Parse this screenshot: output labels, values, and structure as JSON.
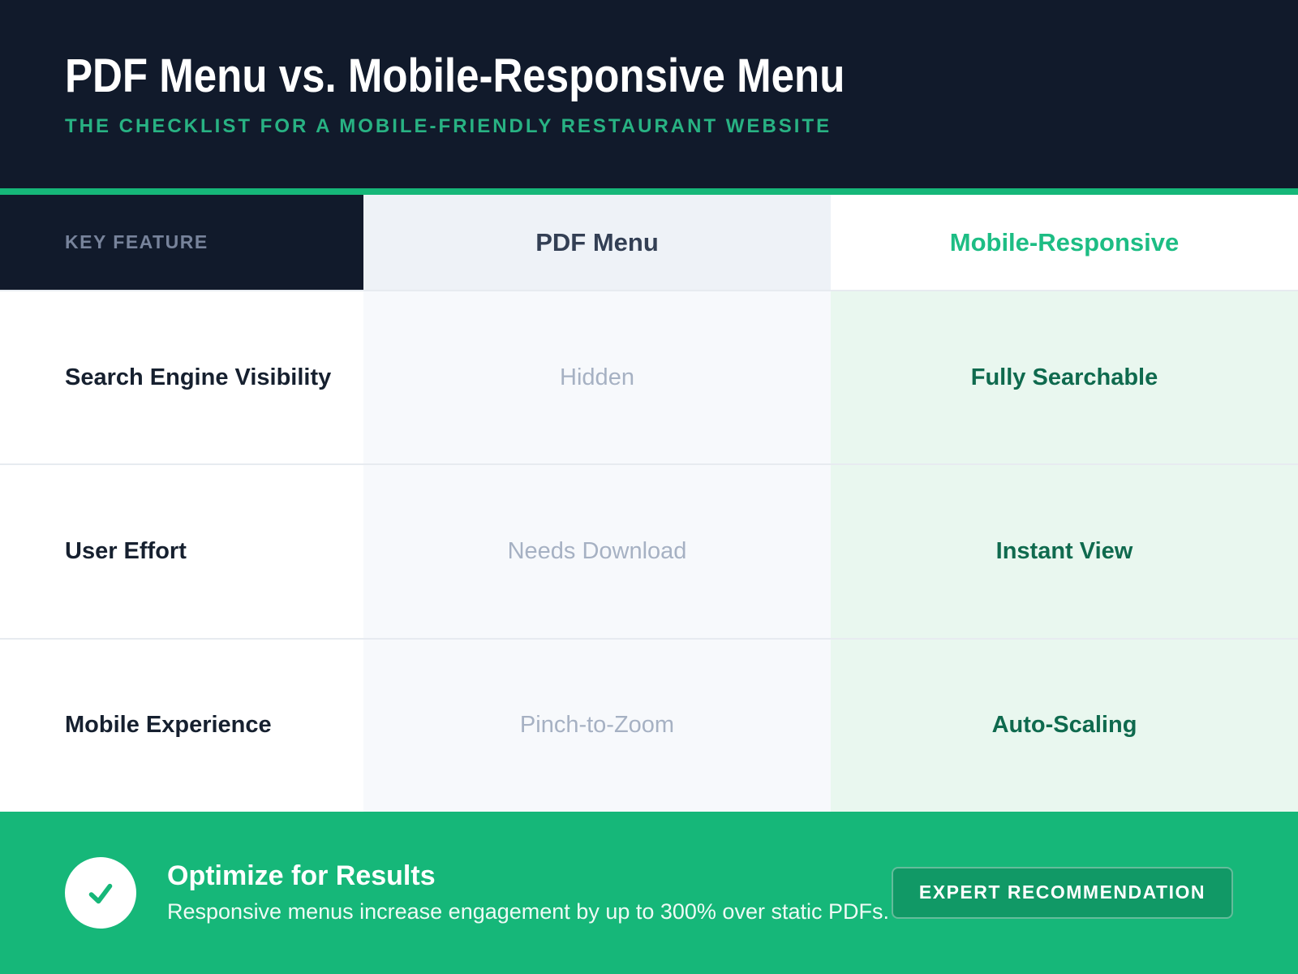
{
  "colors": {
    "background_navy": "#111a2b",
    "accent_green": "#16b779",
    "highlight_green_text": "#1dbd84",
    "success_dark_green_text": "#0f6a4e",
    "success_light_bg": "#e9f7ef",
    "neutral_light_bg": "#f7f9fc",
    "muted_text": "#a6b1c3",
    "button_green": "#119966"
  },
  "header": {
    "title": "PDF Menu vs. Mobile-Responsive Menu",
    "subtitle": "THE CHECKLIST FOR A MOBILE-FRIENDLY RESTAURANT WEBSITE"
  },
  "table": {
    "columns": [
      {
        "label": "KEY FEATURE"
      },
      {
        "label": "PDF Menu"
      },
      {
        "label": "Mobile-Responsive"
      }
    ],
    "rows": [
      {
        "feature": "Search Engine Visibility",
        "pdf": "Hidden",
        "mobile": "Fully Searchable"
      },
      {
        "feature": "User Effort",
        "pdf": "Needs Download",
        "mobile": "Instant View"
      },
      {
        "feature": "Mobile Experience",
        "pdf": "Pinch-to-Zoom",
        "mobile": "Auto-Scaling"
      }
    ]
  },
  "footer": {
    "icon": "check-icon",
    "title": "Optimize for Results",
    "subtitle": "Responsive menus increase engagement by up to 300% over static PDFs.",
    "button_label": "EXPERT RECOMMENDATION"
  }
}
